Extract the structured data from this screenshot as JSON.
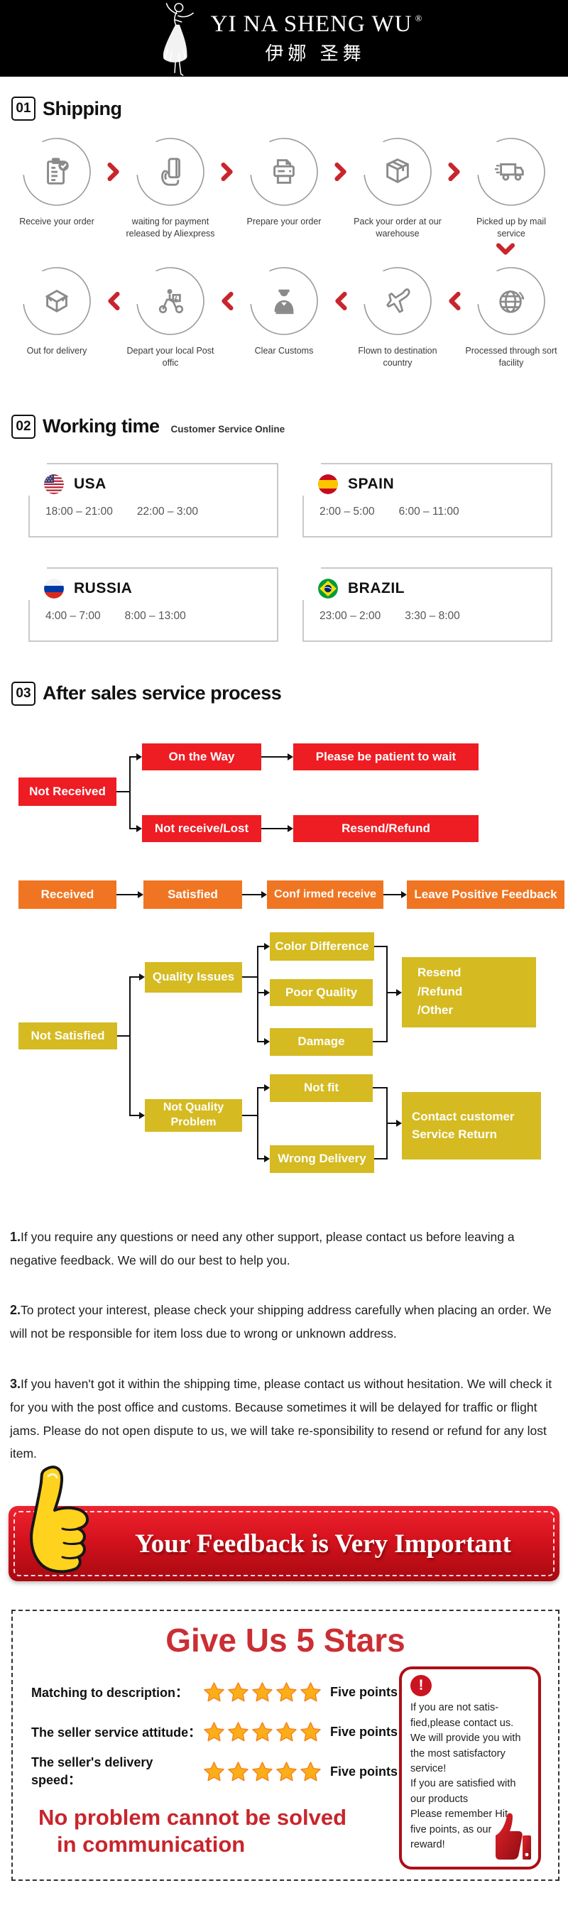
{
  "brand": {
    "name": "YI NA SHENG WU",
    "reg": "®",
    "chinese": "伊娜 圣舞"
  },
  "sections": {
    "shipping": {
      "num": "01",
      "title": "Shipping"
    },
    "working": {
      "num": "02",
      "title": "Working time",
      "subtitle": "Customer Service Online"
    },
    "aftersales": {
      "num": "03",
      "title": "After sales service process"
    }
  },
  "shipping": {
    "row1": [
      {
        "label": "Receive your order",
        "icon": "clipboard-check-icon"
      },
      {
        "label": "waiting for payment released by Aliexpress",
        "icon": "hand-card-icon"
      },
      {
        "label": "Prepare your order",
        "icon": "printer-icon"
      },
      {
        "label": "Pack your order at our warehouse",
        "icon": "package-icon"
      },
      {
        "label": "Picked up by mail service",
        "icon": "truck-icon"
      }
    ],
    "row2": [
      {
        "label": "Out  for delivery",
        "icon": "open-box-icon"
      },
      {
        "label": "Depart your local Post offic",
        "icon": "scooter-icon"
      },
      {
        "label": "Clear Customs",
        "icon": "customs-officer-icon"
      },
      {
        "label": "Flown to destination country",
        "icon": "airplane-icon"
      },
      {
        "label": "Processed through sort facility",
        "icon": "globe-icon"
      }
    ]
  },
  "working_time": {
    "cards": [
      {
        "country": "USA",
        "flag": "usa",
        "time1": "18:00 – 21:00",
        "time2": "22:00 – 3:00"
      },
      {
        "country": "SPAIN",
        "flag": "spain",
        "time1": "2:00 – 5:00",
        "time2": "6:00 – 11:00"
      },
      {
        "country": "RUSSIA",
        "flag": "russia",
        "time1": "4:00 – 7:00",
        "time2": "8:00 – 13:00"
      },
      {
        "country": "BRAZIL",
        "flag": "brazil",
        "time1": "23:00 – 2:00",
        "time2": "3:30 – 8:00"
      }
    ]
  },
  "flowchart": {
    "not_received": "Not Received",
    "on_the_way": "On the Way",
    "please_wait": "Please be patient to wait",
    "not_receive_lost": "Not receive/Lost",
    "resend_refund": "Resend/Refund",
    "received": "Received",
    "satisfied": "Satisfied",
    "confirmed_receive": "Conf irmed receive",
    "leave_feedback": "Leave Positive Feedback",
    "not_satisfied": "Not Satisfied",
    "quality_issues": "Quality Issues",
    "color_difference": "Color Difference",
    "poor_quality": "Poor Quality",
    "damage": "Damage",
    "resend_refund_other": "Resend\n/Refund\n/Other",
    "not_quality_problem": "Not Quality\nProblem",
    "not_fit": "Not fit",
    "wrong_delivery": "Wrong Delivery",
    "contact_return": "Contact customer\nService Return"
  },
  "paragraphs": [
    {
      "num": "1.",
      "text": "If you require any questions or need any other support, please contact us before leaving a negative feedback. We will do our best to help you."
    },
    {
      "num": "2.",
      "text": "To protect your interest, please check your shipping address carefully when placing an order. We will not be responsible for item loss due to wrong or unknown address."
    },
    {
      "num": "3.",
      "text": "If you haven't got it within the shipping time, please contact us without hesitation. We will check it for you with the post office and customs. Because sometimes it will be delayed for traffic or flight jams. Please do not open dispute to us, we will take re-sponsibility to resend or refund for any lost item."
    }
  ],
  "banner": {
    "text": "Your Feedback is Very Important"
  },
  "stars_section": {
    "title": "Give Us 5 Stars",
    "rows": [
      {
        "label": "Matching to description：",
        "stars": 5,
        "points": "Five points"
      },
      {
        "label": "The seller service attitude：",
        "stars": 5,
        "points": "Five points"
      },
      {
        "label": "The seller's delivery speed：",
        "stars": 5,
        "points": "Five points"
      }
    ],
    "slogan_line1": "No problem cannot be solved",
    "slogan_line2": "in communication",
    "note_text": "If you are not satis-\nfied,please contact us.\nWe will provide you with\nthe most satisfactory\nservice!\nIf you are satisfied with\nour products\nPlease remember Hit\nfive points, as our\nreward!"
  },
  "icons": {
    "exclamation": "!",
    "chevron_right": "❯",
    "chevron_left": "❮",
    "chevron_down": "❮(rot)"
  },
  "colors": {
    "header_bg": "#000000",
    "chevron_red": "#c9252d",
    "flow_red": "#ee1c23",
    "flow_orange": "#f07522",
    "flow_yellow": "#d5ba22",
    "banner_red_top": "#f02330",
    "banner_red_bottom": "#a80910",
    "title_red": "#cb2e33",
    "star_orange": "#fbae17",
    "notebox_border": "#ac0f16",
    "icon_gray": "#8a8a8a"
  }
}
